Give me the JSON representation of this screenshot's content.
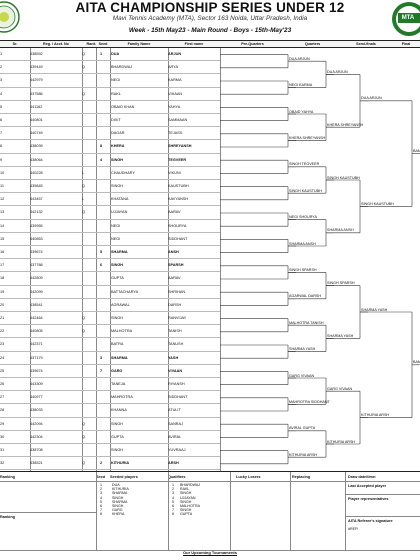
{
  "header": {
    "title": "AITA CHAMPIONSHIP SERIES UNDER 12",
    "venue": "Mavi Tennis Academy (MTA), Sector 163 Noida, Uttar Pradesh, India",
    "week_line": "Week - 15th May23  - Main Round  - Boys -  15th-May'23",
    "logo_text": "MTA"
  },
  "columns": {
    "sr": "Sr.",
    "reg": "Reg. / Acct. No",
    "rank": "Rank",
    "seed": "Seed",
    "family": "Family Name",
    "first": "First name",
    "pre_quarters": "Pre-Quarters",
    "quarters": "Quarters",
    "semis": "Semi-finals",
    "final": "Final"
  },
  "entries": [
    {
      "num": "1",
      "reg": "438592",
      "st": "Q",
      "seed": "1",
      "family": "DUA",
      "first": "ARJUN",
      "bold": true
    },
    {
      "num": "2",
      "reg": "439449",
      "st": "Q",
      "seed": "",
      "family": "BHARDWAJ",
      "first": "ARYA",
      "bold": false
    },
    {
      "num": "3",
      "reg": "442979",
      "st": "",
      "seed": "",
      "family": "NEGI",
      "first": "KARMA",
      "bold": false
    },
    {
      "num": "4",
      "reg": "437586",
      "st": "Q",
      "seed": "",
      "family": "RAKL",
      "first": "VIHAAN",
      "bold": false
    },
    {
      "num": "5",
      "reg": "441162",
      "st": "",
      "seed": "",
      "family": "OBAID KHAN",
      "first": "YAHYA",
      "bold": false
    },
    {
      "num": "6",
      "reg": "440801",
      "st": "",
      "seed": "",
      "family": "DIXIT",
      "first": "SAMMAAN",
      "bold": false
    },
    {
      "num": "7",
      "reg": "440749",
      "st": "",
      "seed": "",
      "family": "DAGAR",
      "first": "TEJASS",
      "bold": false
    },
    {
      "num": "8",
      "reg": "438039",
      "st": "",
      "seed": "8",
      "family": "KHERA",
      "first": "SHREYANSH",
      "bold": true
    },
    {
      "num": "9",
      "reg": "438064",
      "st": "",
      "seed": "4",
      "family": "SINGH",
      "first": "TEGVEER",
      "bold": true
    },
    {
      "num": "10",
      "reg": "440228",
      "st": "L",
      "seed": "",
      "family": "CHAUDHARY",
      "first": "VIKUNI",
      "bold": false
    },
    {
      "num": "11",
      "reg": "439845",
      "st": "Q",
      "seed": "",
      "family": "SINGH",
      "first": "KAUSTUBH",
      "bold": false
    },
    {
      "num": "12",
      "reg": "443457",
      "st": "L",
      "seed": "",
      "family": "KHATANA",
      "first": "KAVYANSH",
      "bold": false
    },
    {
      "num": "13",
      "reg": "442132",
      "st": "Q",
      "seed": "",
      "family": "UJJAYAN",
      "first": "AARAV",
      "bold": false
    },
    {
      "num": "14",
      "reg": "439955",
      "st": "",
      "seed": "",
      "family": "NEGI",
      "first": "SHOURYA",
      "bold": false
    },
    {
      "num": "15",
      "reg": "440853",
      "st": "",
      "seed": "",
      "family": "NEGI",
      "first": "SIDDHANT",
      "bold": false
    },
    {
      "num": "16",
      "reg": "439674",
      "st": "",
      "seed": "5",
      "family": "SHARMA",
      "first": "ANSH",
      "bold": true
    },
    {
      "num": "17",
      "reg": "437788",
      "st": "",
      "seed": "6",
      "family": "SINGH",
      "first": "SPARSH",
      "bold": true
    },
    {
      "num": "18",
      "reg": "442809",
      "st": "",
      "seed": "",
      "family": "GUPTA",
      "first": "AARAV",
      "bold": false
    },
    {
      "num": "19",
      "reg": "442099",
      "st": "",
      "seed": "",
      "family": "BATTACHARYA",
      "first": "SHRIHAN",
      "bold": false
    },
    {
      "num": "20",
      "reg": "438541",
      "st": "",
      "seed": "",
      "family": "AGRAWAL",
      "first": "DARSH",
      "bold": false
    },
    {
      "num": "21",
      "reg": "442464",
      "st": "Q",
      "seed": "",
      "family": "SINGH",
      "first": "RANVIJAY",
      "bold": false
    },
    {
      "num": "22",
      "reg": "440805",
      "st": "Q",
      "seed": "",
      "family": "MALHOTRA",
      "first": "TANISH",
      "bold": false
    },
    {
      "num": "23",
      "reg": "442371",
      "st": "",
      "seed": "",
      "family": "BATRA",
      "first": "TANUSH",
      "bold": false
    },
    {
      "num": "24",
      "reg": "437179",
      "st": "",
      "seed": "3",
      "family": "SHARMA",
      "first": "YASH",
      "bold": true
    },
    {
      "num": "25",
      "reg": "439674",
      "st": "",
      "seed": "7",
      "family": "GARG",
      "first": "VIVAAN",
      "bold": true
    },
    {
      "num": "26",
      "reg": "443309",
      "st": "",
      "seed": "",
      "family": "TANEJA",
      "first": "RIYANSH",
      "bold": false
    },
    {
      "num": "27",
      "reg": "440977",
      "st": "",
      "seed": "",
      "family": "MAHROTRA",
      "first": "SIDDHANT",
      "bold": false
    },
    {
      "num": "28",
      "reg": "438033",
      "st": "",
      "seed": "",
      "family": "KHANNA",
      "first": "ATULIT",
      "bold": false
    },
    {
      "num": "29",
      "reg": "442094",
      "st": "Q",
      "seed": "",
      "family": "SINGH",
      "first": "SANRAJ",
      "bold": false
    },
    {
      "num": "30",
      "reg": "442304",
      "st": "Q",
      "seed": "",
      "family": "GUPTA",
      "first": "AVIRAL",
      "bold": false
    },
    {
      "num": "31",
      "reg": "438708",
      "st": "",
      "seed": "",
      "family": "SINGH",
      "first": "YUVRAAJ",
      "bold": false
    },
    {
      "num": "32",
      "reg": "438521",
      "st": "Q",
      "seed": "2",
      "family": "KITHURIA",
      "first": "ARSH",
      "bold": true
    }
  ],
  "pre_quarters": [
    "DUA ARJUN",
    "NEGI KARMA",
    "OBAID YAHYA",
    "KHERA SHREYANSH",
    "SINGH TEGVEER",
    "SINGH KAUSTUBH",
    "NEGI SHOURYA",
    "SHARMA ANSH",
    "SINGH SPARSH",
    "AGARWAL DARSH",
    "MALHOTRA TANISH",
    "SHARMA YASH",
    "GARG VIVAAN",
    "MAHROTRA SIDDHANT",
    "AVIRAL GUPTA",
    "KITHURIA ARSH"
  ],
  "quarters": [
    "DUA ARJUN",
    "KHERA SHREYANSH",
    "SINGH KAUSTUBH",
    "SHARMA ANSH",
    "SINGH SPARSH",
    "SHARMA YASH",
    "GARG VIVAAN",
    "KITHURIA ARSH"
  ],
  "semis": [
    "DUA ARJUN",
    "SINGH KAUSTUBH",
    "SHARMA YASH",
    "KITHURIA ARSH"
  ],
  "finals": [
    "BAM",
    "BAM"
  ],
  "footer": {
    "ranking": "Ranking",
    "seed": "Seed",
    "seeded_players": "Seeded players",
    "qualifiers": "Qualifiers",
    "lucky_losers": "Lucky Losers",
    "replacing": "Replacing",
    "draw_date": "Draw date/time:",
    "last_accepted": "Last Accepted player",
    "player_reps": "Player representatives",
    "referee_sig": "AITA Referee's signature",
    "ref_id": "#REF!",
    "ranking2": "Ranking",
    "bottom_note": "Our Upcoming Tournaments"
  },
  "seeded_list": [
    {
      "n": "1",
      "name": "DUA",
      "qn": "1",
      "q": "BHARDWAJ"
    },
    {
      "n": "2",
      "name": "KITHURIA",
      "qn": "2",
      "q": "RAKL"
    },
    {
      "n": "3",
      "name": "SHARMA",
      "qn": "3",
      "q": "SINGH"
    },
    {
      "n": "4",
      "name": "SINGH",
      "qn": "4",
      "q": "UJJAYAN"
    },
    {
      "n": "5",
      "name": "SHARMA",
      "qn": "5",
      "q": "SINGH"
    },
    {
      "n": "6",
      "name": "SINGH",
      "qn": "6",
      "q": "MALHOTRA"
    },
    {
      "n": "7",
      "name": "GARG",
      "qn": "7",
      "q": "SINGH"
    },
    {
      "n": "8",
      "name": "KHERA",
      "qn": "8",
      "q": "GUPTA"
    }
  ]
}
